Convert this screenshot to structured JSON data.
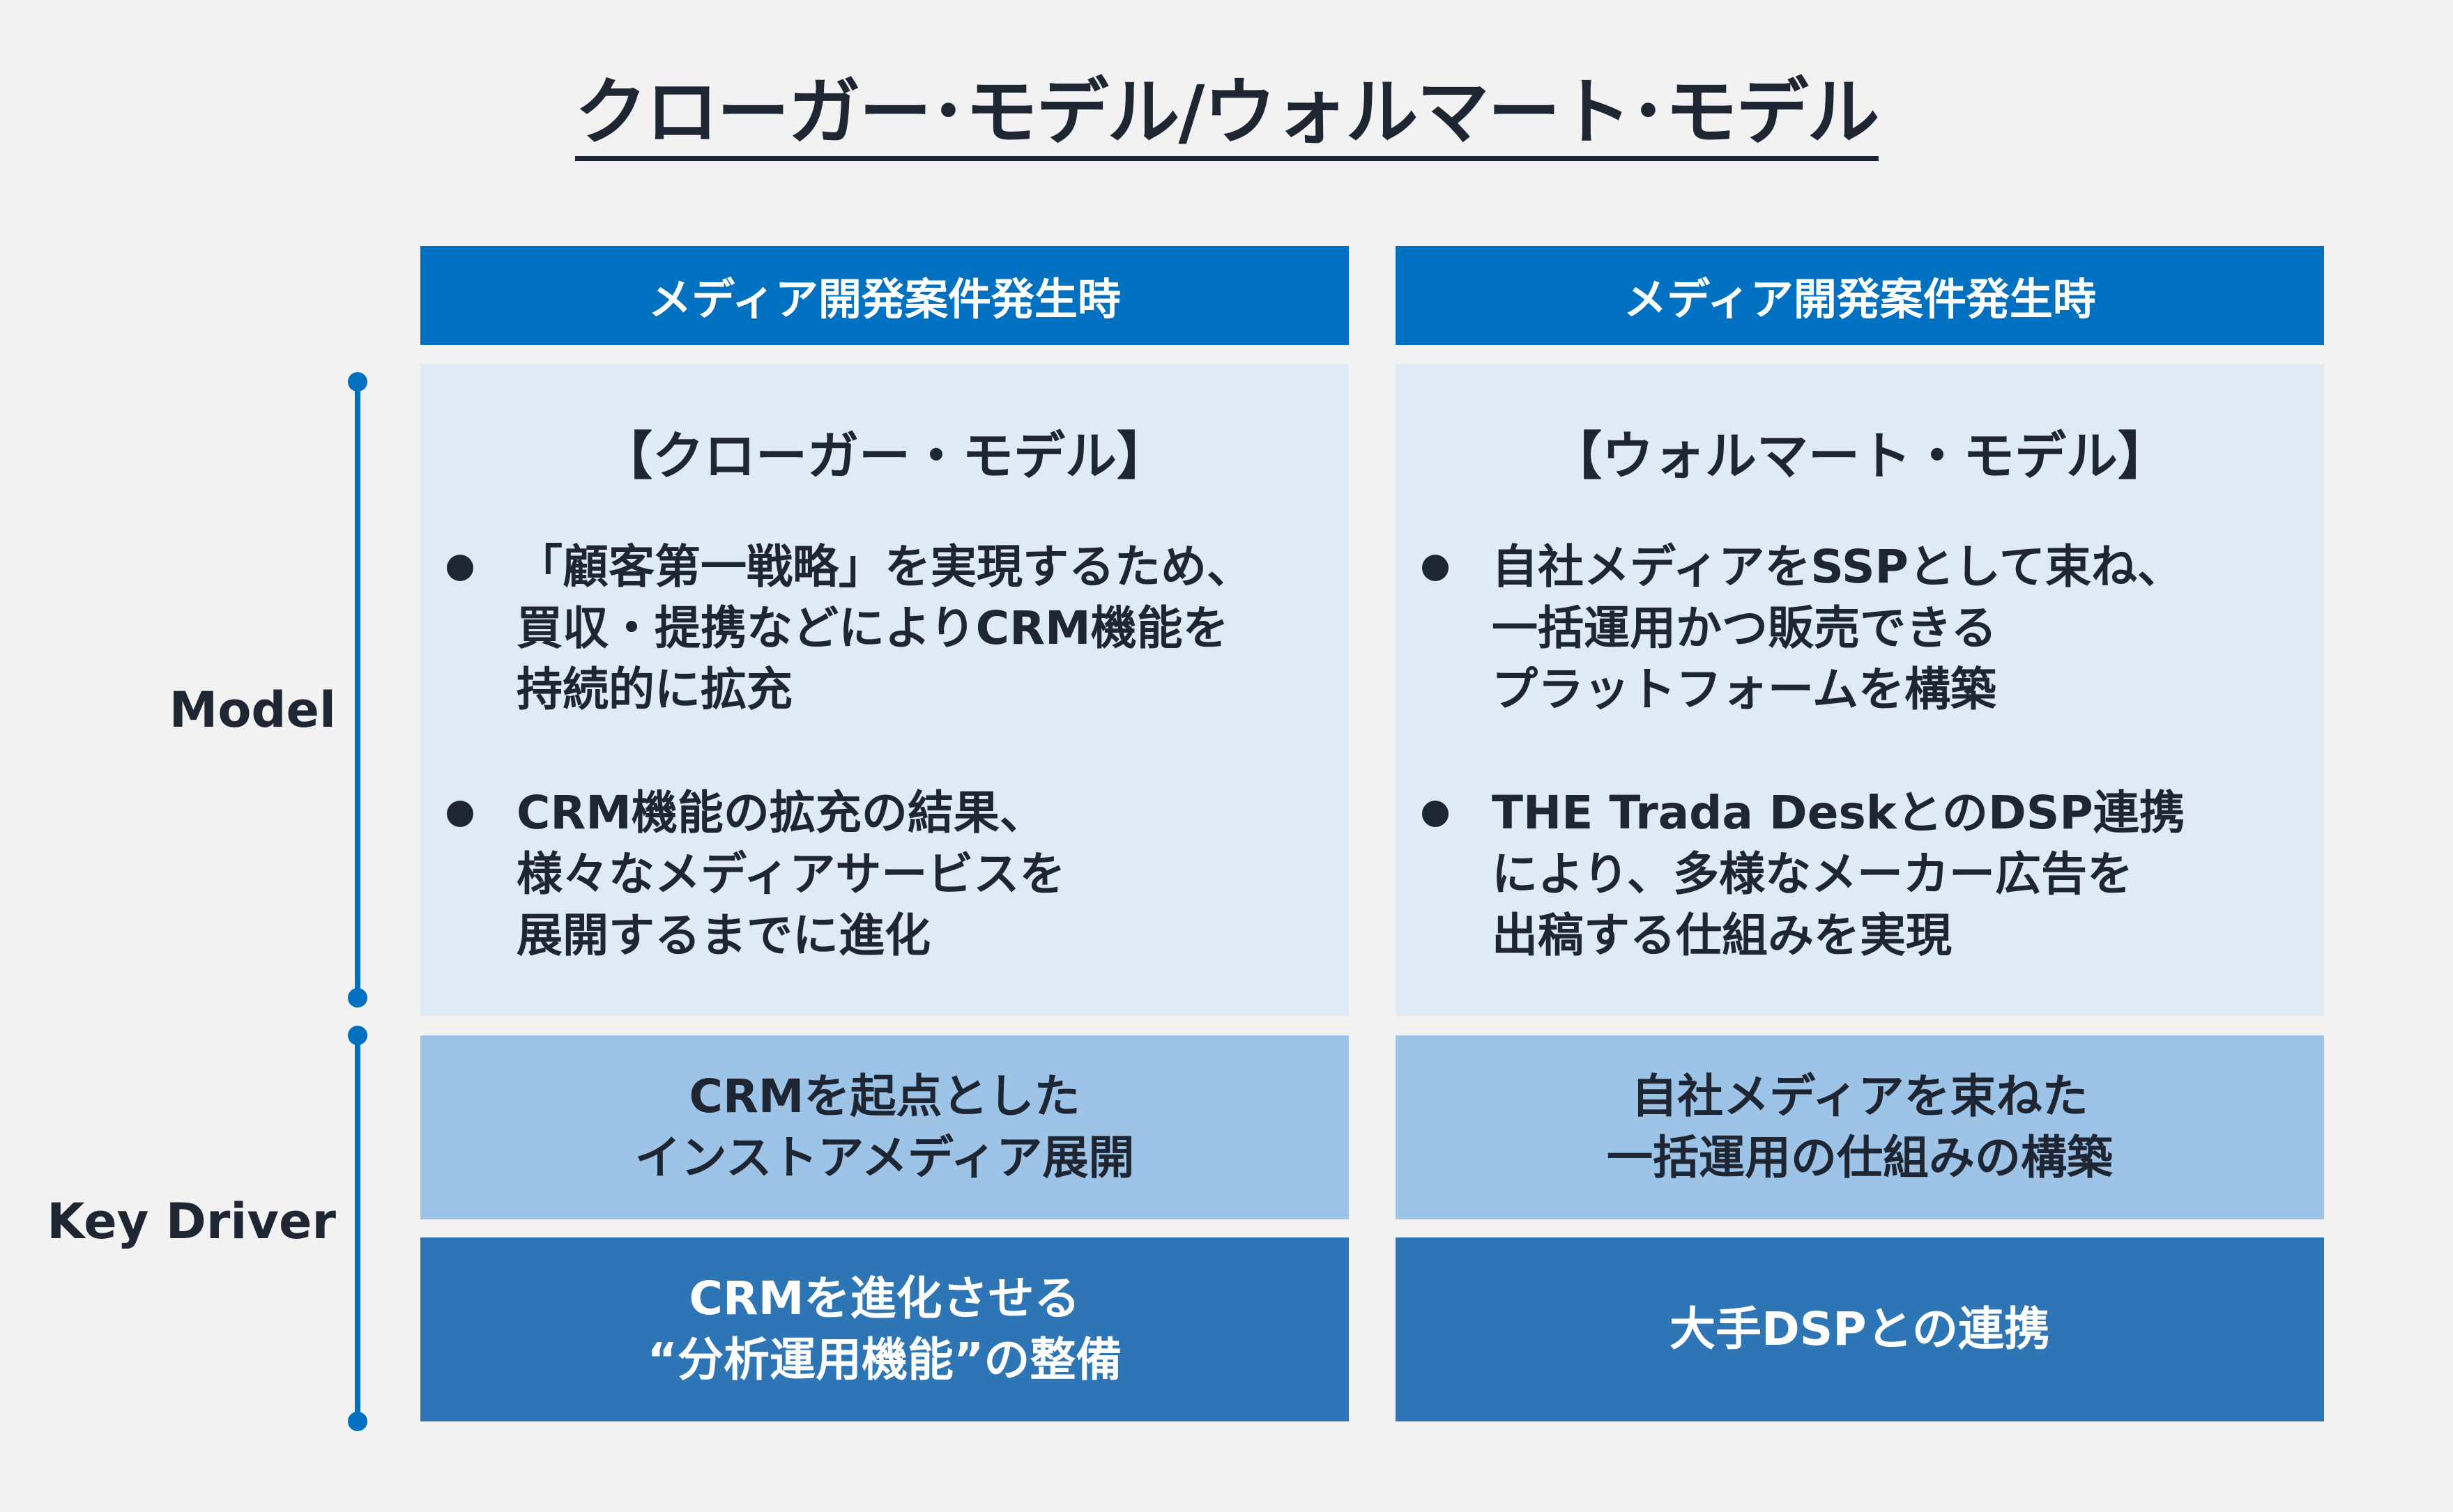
{
  "title": "クローガー･モデル/ウォルマート･モデル",
  "columns": [
    {
      "header": "メディア開発案件発生時",
      "model_title": "【クローガー・モデル】",
      "bullets": [
        {
          "lines": [
            "「顧客第一戦略」を実現するため、",
            "買収・提携などによりCRM機能を",
            "持続的に拡充"
          ]
        },
        {
          "lines": [
            "CRM機能の拡充の結果、",
            "様々なメディアサービスを",
            "展開するまでに進化"
          ]
        }
      ],
      "key_driver_1": [
        "CRMを起点とした",
        "インストアメディア展開"
      ],
      "key_driver_2": [
        "CRMを進化させる",
        "“分析運用機能”の整備"
      ]
    },
    {
      "header": "メディア開発案件発生時",
      "model_title": "【ウォルマート・モデル】",
      "bullets": [
        {
          "lines": [
            "自社メディアをSSPとして束ね、",
            "一括運用かつ販売できる",
            "プラットフォームを構築"
          ]
        },
        {
          "lines": [
            "THE Trada DeskとのDSP連携",
            "により、多様なメーカー広告を",
            "出稿する仕組みを実現"
          ]
        }
      ],
      "key_driver_1": [
        "自社メディアを束ねた",
        "一括運用の仕組みの構築"
      ],
      "key_driver_2": [
        "大手DSPとの連携"
      ]
    }
  ],
  "row_labels": {
    "model": "Model",
    "key_driver": "Key Driver"
  },
  "colors": {
    "header": "#0070c0",
    "model_bg": "#deebf7",
    "key_driver_light": "#9dc3e6",
    "key_driver_dark": "#2e75b6",
    "accent_line": "#0070c0"
  }
}
